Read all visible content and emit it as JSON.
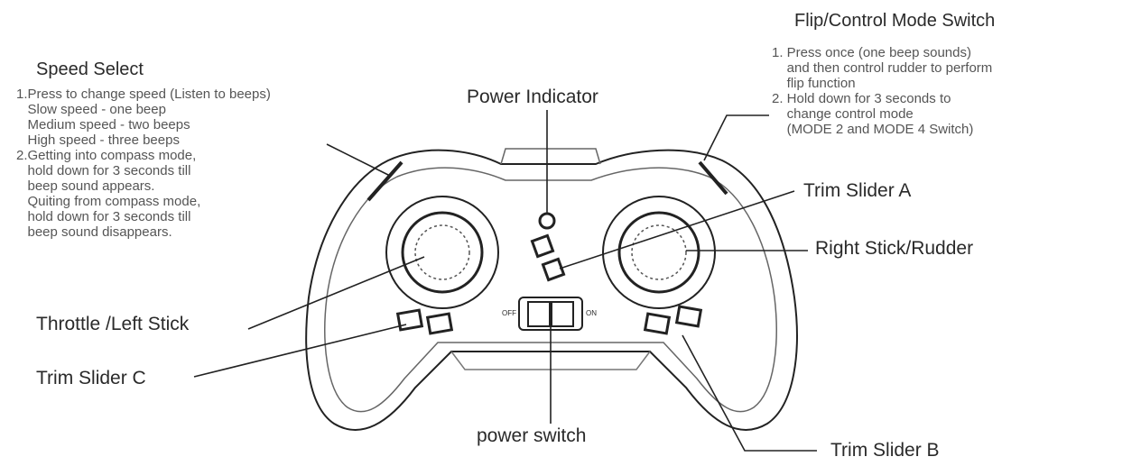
{
  "speed_select": {
    "title": "Speed Select",
    "lines": [
      "1.Press to change speed (Listen to beeps)",
      "   Slow speed - one beep",
      "   Medium speed - two beeps",
      "   High speed - three beeps",
      "2.Getting into compass mode,",
      "   hold down for 3 seconds till",
      "   beep sound appears.",
      "   Quiting from compass mode,",
      "   hold down for 3 seconds till",
      "   beep sound disappears."
    ]
  },
  "power_indicator": "Power Indicator",
  "flip_switch": {
    "title": "Flip/Control Mode Switch",
    "lines": [
      "1. Press once (one beep sounds)",
      "    and then control rudder to perform",
      "    flip function",
      "2. Hold down for 3 seconds to",
      "    change control mode",
      "    (MODE 2 and MODE 4 Switch)"
    ]
  },
  "trim_slider_a": "Trim Slider A",
  "right_stick": "Right Stick/Rudder",
  "left_stick": "Throttle /Left Stick",
  "trim_slider_c": "Trim Slider C",
  "power_switch": "power switch",
  "trim_slider_b": "Trim Slider B",
  "switch_off": "OFF",
  "switch_on": "ON"
}
